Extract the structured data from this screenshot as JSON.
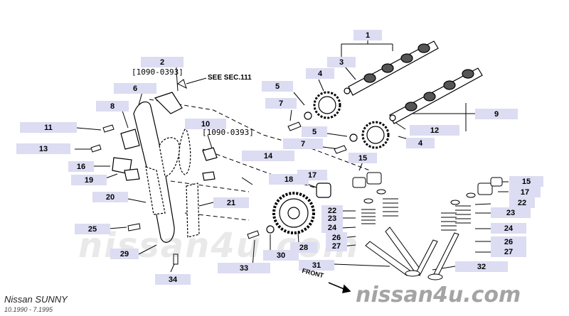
{
  "labels": {
    "l1": "1",
    "l2": "2",
    "l3": "3",
    "l4a": "4",
    "l4b": "4",
    "l5a": "5",
    "l5b": "5",
    "l6": "6",
    "l7a": "7",
    "l7b": "7",
    "l8": "8",
    "l9": "9",
    "l10": "10",
    "l11": "11",
    "l12": "12",
    "l13": "13",
    "l14": "14",
    "l15a": "15",
    "l15b": "15",
    "l16": "16",
    "l17a": "17",
    "l17b": "17",
    "l18": "18",
    "l19": "19",
    "l20": "20",
    "l21": "21",
    "l22a": "22",
    "l22b": "22",
    "l23a": "23",
    "l23b": "23",
    "l24a": "24",
    "l24b": "24",
    "l25": "25",
    "l26a": "26",
    "l26b": "26",
    "l27a": "27",
    "l27b": "27",
    "l28": "28",
    "l29": "29",
    "l30": "30",
    "l31": "31",
    "l32": "32",
    "l33": "33",
    "l34": "34"
  },
  "codes": {
    "c2": "[1090-0393]",
    "c10": "[1090-0393]"
  },
  "see_sec": "SEE SEC.111",
  "front_arrow": "FRONT",
  "watermark": {
    "center": "nissan4u.com",
    "bottom": "nissan4u.com"
  },
  "footer": {
    "model": "Nissan SUNNY",
    "date_range": "10.1990 - 7.1995"
  }
}
